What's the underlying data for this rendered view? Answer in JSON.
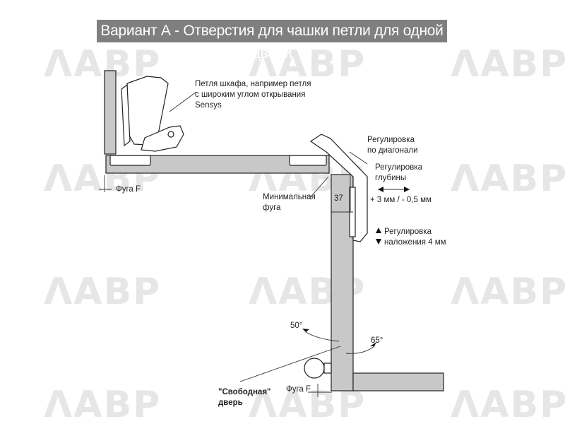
{
  "title": "Вариант А - Отверстия для чашки петли для одной двери",
  "watermark": "ΛАВР",
  "labels": {
    "hinge": [
      "Петля шкафа, например петля",
      "с широким углом открывания",
      "Sensys"
    ],
    "diag_adjust": [
      "Регулировка",
      "по диагонали"
    ],
    "depth_adjust": [
      "Регулировка",
      "глубины"
    ],
    "depth_range": "+ 3 мм /  - 0,5 мм",
    "min_gap": [
      "Минимальная",
      "фуга"
    ],
    "dim_37": "37",
    "overlay_adjust": [
      "Регулировка",
      "наложения 4 мм"
    ],
    "gap_f_top": "Фуга F",
    "gap_f_bottom": "Фуга F",
    "angle_50": "50°",
    "angle_65": "65°",
    "free_door": [
      "\"Свободная\"",
      "дверь"
    ]
  },
  "colors": {
    "panel": "#c8c8c8",
    "title_bg": "#7f7f7f",
    "watermark": "#e6e6e6"
  }
}
